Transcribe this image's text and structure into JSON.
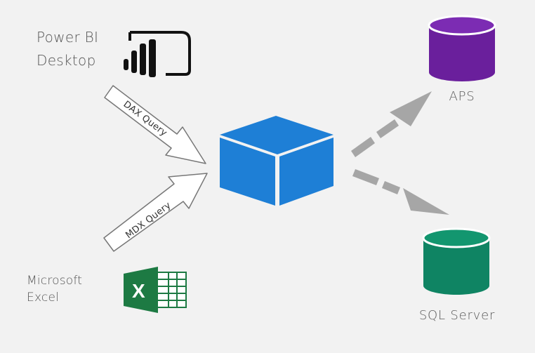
{
  "sources": {
    "powerbi": {
      "line1": "Power BI",
      "line2": "Desktop"
    },
    "excel": {
      "line1": "Microsoft",
      "line2": "Excel",
      "icon_letter": "X"
    }
  },
  "queries": {
    "dax": "DAX Query",
    "mdx": "MDX Query"
  },
  "targets": {
    "aps": {
      "label": "APS"
    },
    "sql": {
      "label": "SQL Server"
    }
  },
  "colors": {
    "background": "#f2f2f2",
    "cube": "#1e7fd6",
    "aps_cylinder": "#6a1f9c",
    "sql_cylinder": "#0f8463",
    "excel_green": "#1d7a43",
    "arrow_gray": "#a6a6a6"
  },
  "icons": {
    "powerbi": "power-bi-icon",
    "excel": "excel-icon",
    "model": "cube-icon",
    "aps": "database-cylinder-icon",
    "sql": "database-cylinder-icon"
  }
}
